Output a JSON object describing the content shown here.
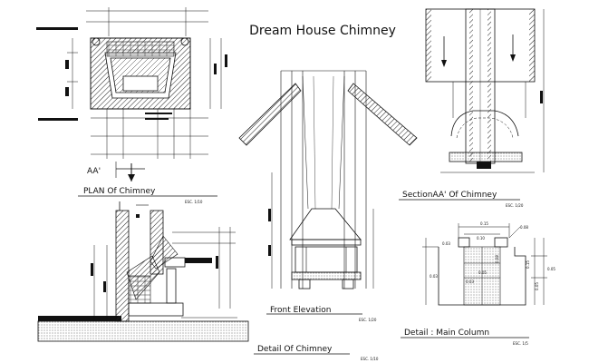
{
  "title": "Dream House Chimney",
  "plan": {
    "label": "PLAN Of Chimney",
    "scale": "ESC. 1/10",
    "section_marker": "AA'"
  },
  "section": {
    "label": "SectionAA' Of Chimney",
    "scale": "ESC. 1/20"
  },
  "front": {
    "label": "Front Elevation",
    "scale": "ESC. 1/20"
  },
  "detail_chimney": {
    "label": "Detail Of Chimney",
    "scale": "ESC. 1/10"
  },
  "detail_column": {
    "label": "Detail : Main Column",
    "scale": "ESC. 1/5",
    "dims": {
      "top": "0.15",
      "upper_mid": "0.10",
      "left_a": "0.03",
      "left_b": "0.03",
      "right_a": "0.08",
      "right_b": "0.15",
      "right_c": "0.05",
      "right_d": "0.05",
      "mid_left": "0.05",
      "mid_center": "0.08",
      "bottom_left": "0.03"
    }
  },
  "colors": {
    "ink": "#111111",
    "hatch": "#222222",
    "background": "#ffffff"
  }
}
